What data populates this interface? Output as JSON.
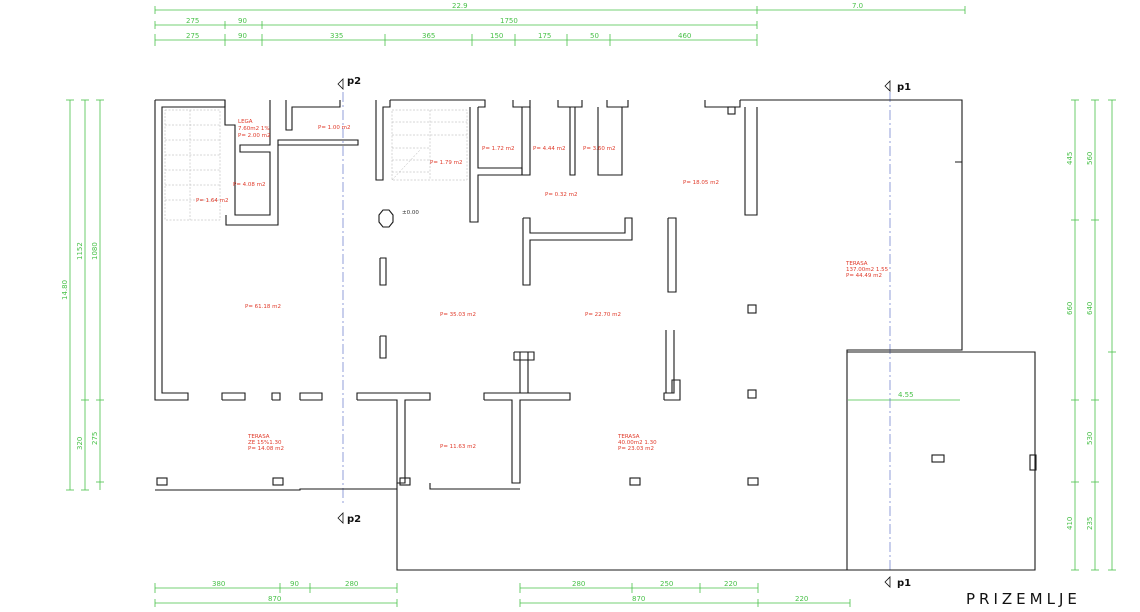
{
  "sheet": {
    "title": "PRIZEMLJE"
  },
  "sections": [
    {
      "label": "p2"
    },
    {
      "label": "p1"
    },
    {
      "label": "p2"
    },
    {
      "label": "p1"
    }
  ],
  "colors": {
    "walls": "#1a1a1a",
    "dimensions": "#49c149",
    "room_text": "#e03a2a",
    "axis": "#4a5fc0"
  },
  "dimensions": {
    "top_total": [
      "22.9",
      "7.0"
    ],
    "top_mid": [
      "275",
      "90",
      "1750"
    ],
    "top_detail": [
      "275",
      "90",
      "335",
      "365",
      "150",
      "175",
      "50",
      "460"
    ],
    "left_outer": [
      "14.80"
    ],
    "left_mid": [
      "1152",
      "320"
    ],
    "left_inner": [
      "1080",
      "275"
    ],
    "right_outer": [
      "445",
      "660",
      "410"
    ],
    "right_inner": [
      "560",
      "640",
      "530",
      "235"
    ],
    "bottom_a": [
      "380",
      "90",
      "280"
    ],
    "bottom_b": [
      "280",
      "250",
      "220"
    ],
    "bottom_totals": [
      "870",
      "870",
      "220"
    ],
    "terrace_inner": [
      "4.55"
    ]
  },
  "rooms": [
    {
      "l1": "LEGA",
      "l2": "7.60m2 1%",
      "l3": "P= 2.00 m2"
    },
    {
      "l1": "P= 1.00 m2"
    },
    {
      "l1": "P= 1.72 m2"
    },
    {
      "l1": "P= 4.44 m2"
    },
    {
      "l1": "P= 3.60 m2"
    },
    {
      "l1": "P= 1.79 m2"
    },
    {
      "l1": "P= 4.08 m2"
    },
    {
      "l1": "P= 1.64 m2"
    },
    {
      "l1": "P= 0.32 m2"
    },
    {
      "l1": "P= 18.05 m2"
    },
    {
      "l1": "P= 61.18 m2"
    },
    {
      "l1": "P= 35.03 m2"
    },
    {
      "l1": "P= 22.70 m2"
    },
    {
      "l1": "TERASA",
      "l2": "137.00m2 1.55",
      "l3": "P= 44.49 m2"
    },
    {
      "l1": "TERASA",
      "l2": "ZE 15%1.30",
      "l3": "P= 14.08 m2"
    },
    {
      "l1": "P= 11.63 m2"
    },
    {
      "l1": "TERASA",
      "l2": "40.00m2 1.30",
      "l3": "P= 23.03 m2"
    }
  ],
  "level_mark": "±0.00"
}
